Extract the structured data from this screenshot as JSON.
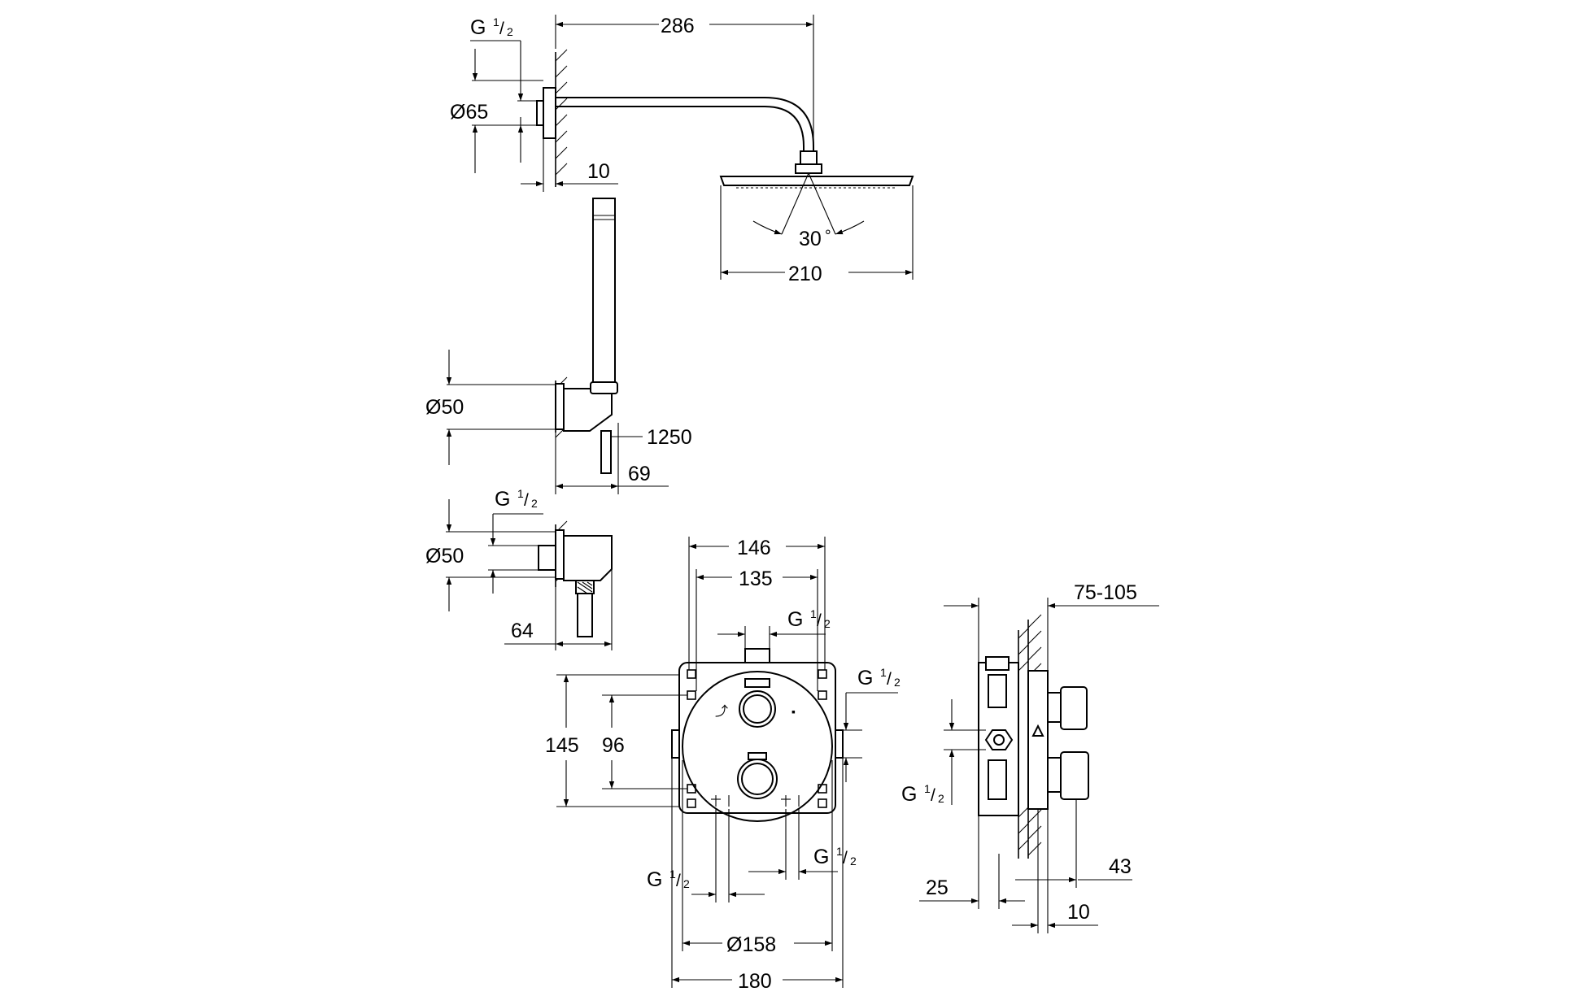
{
  "labels": {
    "head_arm_length": "286",
    "head_inlet_thread": "G",
    "head_inlet_thread_frac_num": "1",
    "head_inlet_thread_frac_den": "2",
    "head_flange_diameter": "Ø65",
    "head_flange_depth": "10",
    "head_tilt_angle": "30",
    "head_tilt_angle_unit": "°",
    "head_width": "210",
    "holder_flange_diameter": "Ø50",
    "hose_length": "1250",
    "holder_projection": "69",
    "elbow_thread": "G",
    "elbow_thread_frac_num": "1",
    "elbow_thread_frac_den": "2",
    "elbow_flange_diameter": "Ø50",
    "elbow_projection": "64",
    "box_width_outer": "146",
    "box_width_inner": "135",
    "box_top_thread": "G",
    "box_top_thread_frac_num": "1",
    "box_top_thread_frac_den": "2",
    "box_right_thread": "G",
    "box_right_thread_frac_num": "1",
    "box_right_thread_frac_den": "2",
    "box_height": "145",
    "box_inner_height": "96",
    "box_bottom_left_thread": "G",
    "box_bottom_left_thread_frac_num": "1",
    "box_bottom_left_thread_frac_den": "2",
    "box_bottom_right_thread": "G",
    "box_bottom_right_thread_frac_num": "1",
    "box_bottom_right_thread_frac_den": "2",
    "plate_diameter": "Ø158",
    "plate_width": "180",
    "side_install_depth": "75-105",
    "side_thread": "G",
    "side_thread_frac_num": "1",
    "side_thread_frac_den": "2",
    "side_depth_25": "25",
    "side_handle_43": "43",
    "side_plate_10": "10"
  }
}
